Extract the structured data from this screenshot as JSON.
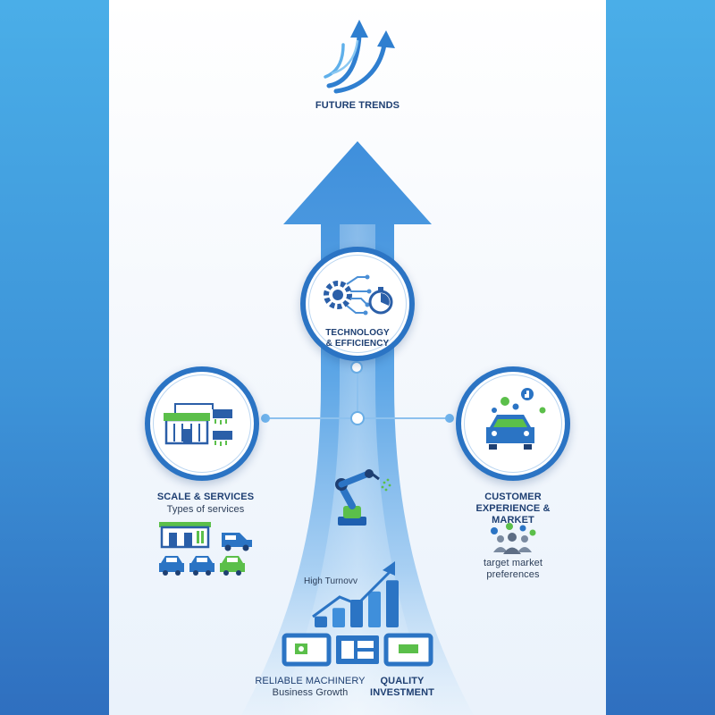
{
  "top": {
    "title": "FUTURE TRENDS",
    "icon": "rising-arrows-icon"
  },
  "center_node": {
    "label_line1": "TECHNOLOGY",
    "label_line2": "& EFFICIENCY",
    "icon": "gear-circuit-stopwatch-icon"
  },
  "left_node": {
    "label": "SCALE & SERVICES",
    "sublabel": "Types of services",
    "icon": "car-wash-station-icon",
    "extra_icons": [
      "wash-station-icon",
      "van-icon",
      "car-icon",
      "car-icon",
      "car-icon"
    ]
  },
  "right_node": {
    "label_line1": "CUSTOMER",
    "label_line2": "EXPERIENCE &",
    "label_line3": "MARKET",
    "sublabel_line1": "target market",
    "sublabel_line2": "preferences",
    "icon": "car-social-feedback-icon",
    "extra_icon": "customer-group-chat-icon"
  },
  "middle_icon": "robotic-arm-icon",
  "bottom": {
    "chart_label": "High Turnovv",
    "bar_levels": [
      0.2,
      0.35,
      0.5,
      0.65,
      0.85
    ],
    "left_label_line1": "RELIABLE MACHINERY",
    "left_label_line2": "Business Growth",
    "right_label_line1": "QUALITY",
    "right_label_line2": "INVESTMENT",
    "machine_icons": [
      "machine-panel-icon",
      "control-cabinet-icon",
      "machine-panel-icon"
    ]
  },
  "colors": {
    "primary_blue": "#2b74c4",
    "light_blue": "#4aaee8",
    "navy": "#1e3f72",
    "green": "#5bbf4a"
  }
}
